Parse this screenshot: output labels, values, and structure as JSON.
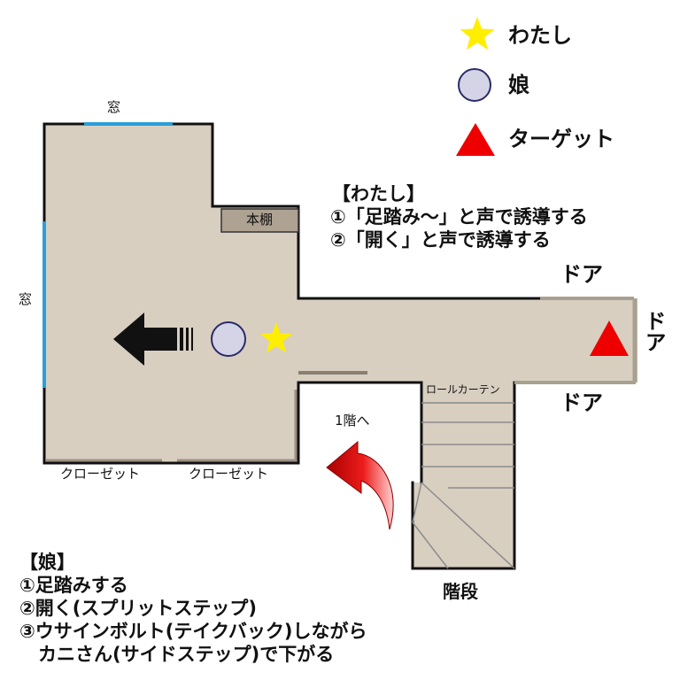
{
  "legend": {
    "me": {
      "label": "わたし",
      "icon": "star-icon",
      "color": "#ffee00"
    },
    "daughter": {
      "label": "娘",
      "icon": "circle-icon",
      "color": "#d4d4e6"
    },
    "target": {
      "label": "ターゲット",
      "icon": "triangle-icon",
      "color": "#ee0000"
    }
  },
  "me_notes": {
    "heading": "【わたし】",
    "lines": [
      "①「足踏み～」と声で誘導する",
      "②「開く」と声で誘導する"
    ]
  },
  "daughter_notes": {
    "heading": "【娘】",
    "lines": [
      "①足踏みする",
      "②開く(スプリットステップ)",
      "③ウサインボルト(テイクバック)しながら",
      "　カニさん(サイドステップ)で下がる"
    ]
  },
  "plan": {
    "window_top": "窓",
    "window_left": "窓",
    "bookshelf": "本棚",
    "closet_1": "クローゼット",
    "closet_2": "クローゼット",
    "door_top": "ドア",
    "door_right": "ドア",
    "door_bottom": "ドア",
    "roll_curtain": "ロールカーテン",
    "to_first_floor": "1階へ",
    "stairs": "階段"
  },
  "colors": {
    "floor": "#d8cfc1",
    "wall": "#111111",
    "window": "#2a9fd8",
    "arrow_red": "#e01818"
  }
}
